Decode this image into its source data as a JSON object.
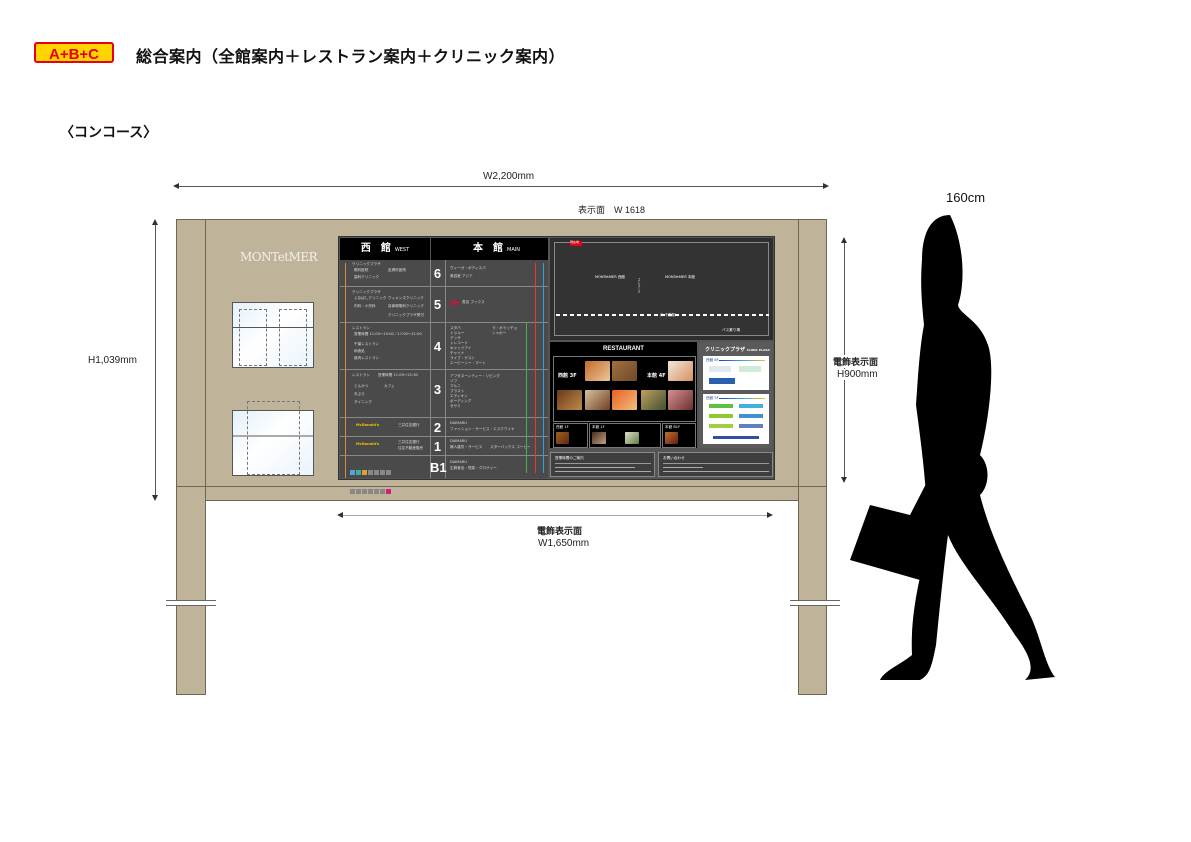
{
  "header": {
    "badge": "A+B+C",
    "title": "総合案内（全館案内＋レストラン案内＋クリニック案内）",
    "location": "〈コンコース〉"
  },
  "dimensions": {
    "total_width": "W2,200mm",
    "display_width": "表示面　W 1618",
    "total_height": "H1,039mm",
    "screen_height_label": "電飾表示面",
    "screen_height": "H900mm",
    "screen_width_label": "電飾表示面",
    "screen_width": "W1,650mm",
    "person_height": "160cm"
  },
  "colors": {
    "frame": "#bfb49a",
    "badge_bg": "#ffd400",
    "badge_border": "#e60012",
    "panel_dark": "#4a4a4a"
  },
  "sign": {
    "logo": "MONTetMER",
    "directory": {
      "west_header": "西　館",
      "west_sub": "WEST",
      "main_header": "本　館",
      "main_sub": "MAIN",
      "floors": [
        {
          "num": "6",
          "west": [
            "クリニックプラザ",
            "眼科医院",
            "皮膚科医院",
            "歯科クリニック"
          ],
          "main": [
            "ヴィーガ・ボディスパ",
            "美容室 アジア"
          ]
        },
        {
          "num": "5",
          "west": [
            "クリニックプラザ",
            "ふなばしクリニック",
            "ウィメンズクリニック",
            "内科・小児科",
            "耳鼻咽喉科クリニック",
            "クリニックプラザ受付"
          ],
          "main": [
            "書店 ブックス"
          ]
        },
        {
          "num": "4",
          "west": [
            "レストラン",
            "営業時間 11:00〜15:00／17:00〜21:00",
            "千葉レストラン",
            "和食処",
            "焼肉レストラン"
          ],
          "main": [
            "スタバ",
            "トゥルー",
            "デッサ",
            "トレコード",
            "キャッツアイ",
            "チャイナ",
            "ライブ・ゲスト",
            "エービーシー・マート",
            "ラ・ボラッチョ",
            "シャポー"
          ]
        },
        {
          "num": "3",
          "west": [
            "レストラン",
            "営業時間 11:00〜21:30",
            "とんかつ",
            "天ぷら",
            "ダイニング",
            "カフェ"
          ],
          "main": [
            "アフタヌーンティー・リビング",
            "ゾフ",
            "マルニ",
            "ブラスト",
            "エディオン",
            "ボーディング",
            "セサミ"
          ]
        },
        {
          "num": "2",
          "west": [
            "McDonald's",
            "三井住友銀行"
          ],
          "main": [
            "DAIMARU",
            "ファッション・サービス・エスクワイヤ"
          ]
        },
        {
          "num": "1",
          "west": [
            "McDonald's",
            "三井住友銀行",
            "住友不動産販売"
          ],
          "main": [
            "DAIMARU",
            "婦人雑貨・サービス",
            "スターバックス コーヒー"
          ]
        },
        {
          "num": "B1",
          "west": [],
          "main": [
            "DAIMARU",
            "生鮮食品・惣菜・グロサリー"
          ]
        }
      ]
    },
    "map": {
      "west_label": "MONTetMER 西館",
      "main_label": "MONTetMER 本館",
      "current_location": "現在地",
      "concourse": "コンコース",
      "jr_station": "JR 千葉駅",
      "bus": "バス乗り場",
      "parking": "駐車場"
    },
    "restaurant": {
      "title": "RESTAURANT",
      "west_floor": "西館 3F",
      "main_floor": "本館 4F",
      "sections": [
        "西館 1F",
        "本館 1F",
        "本館 B1F"
      ]
    },
    "clinic": {
      "title": "クリニックプラザ",
      "sub": "CLINIC PLAZA",
      "groups": [
        "西館 6F",
        "西館 5F"
      ]
    },
    "info": {
      "left_title": "営業時間のご案内",
      "right_title": "お問い合わせ"
    }
  }
}
